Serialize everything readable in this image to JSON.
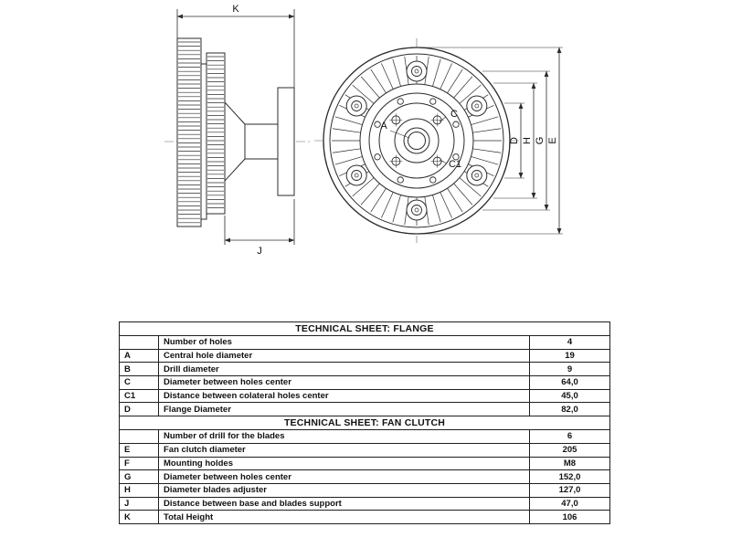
{
  "diagram": {
    "side_view": {
      "k_label": "K",
      "j_label": "J"
    },
    "front_view": {
      "a_label": "A",
      "c_label": "C",
      "c1_label": "C1"
    },
    "dimensions": {
      "d_label": "D",
      "h_label": "H",
      "g_label": "G",
      "e_label": "E"
    },
    "line_color": "#2b2b2b"
  },
  "table": {
    "sections": [
      {
        "title": "TECHNICAL SHEET: FLANGE",
        "rows": [
          {
            "code": "",
            "desc": "Number of holes",
            "value": "4"
          },
          {
            "code": "A",
            "desc": "Central hole diameter",
            "value": "19"
          },
          {
            "code": "B",
            "desc": "Drill diameter",
            "value": "9"
          },
          {
            "code": "C",
            "desc": "Diameter between holes center",
            "value": "64,0"
          },
          {
            "code": "C1",
            "desc": "Distance between colateral holes center",
            "value": "45,0"
          },
          {
            "code": "D",
            "desc": "Flange Diameter",
            "value": "82,0"
          }
        ]
      },
      {
        "title": "TECHNICAL SHEET: FAN CLUTCH",
        "rows": [
          {
            "code": "",
            "desc": "Number of drill for the blades",
            "value": "6"
          },
          {
            "code": "E",
            "desc": "Fan clutch diameter",
            "value": "205"
          },
          {
            "code": "F",
            "desc": "Mounting holdes",
            "value": "M8"
          },
          {
            "code": "G",
            "desc": "Diameter between holes center",
            "value": "152,0"
          },
          {
            "code": "H",
            "desc": "Diameter blades adjuster",
            "value": "127,0"
          },
          {
            "code": "J",
            "desc": "Distance between base and blades support",
            "value": "47,0"
          },
          {
            "code": "K",
            "desc": "Total Height",
            "value": "106"
          }
        ]
      }
    ]
  }
}
